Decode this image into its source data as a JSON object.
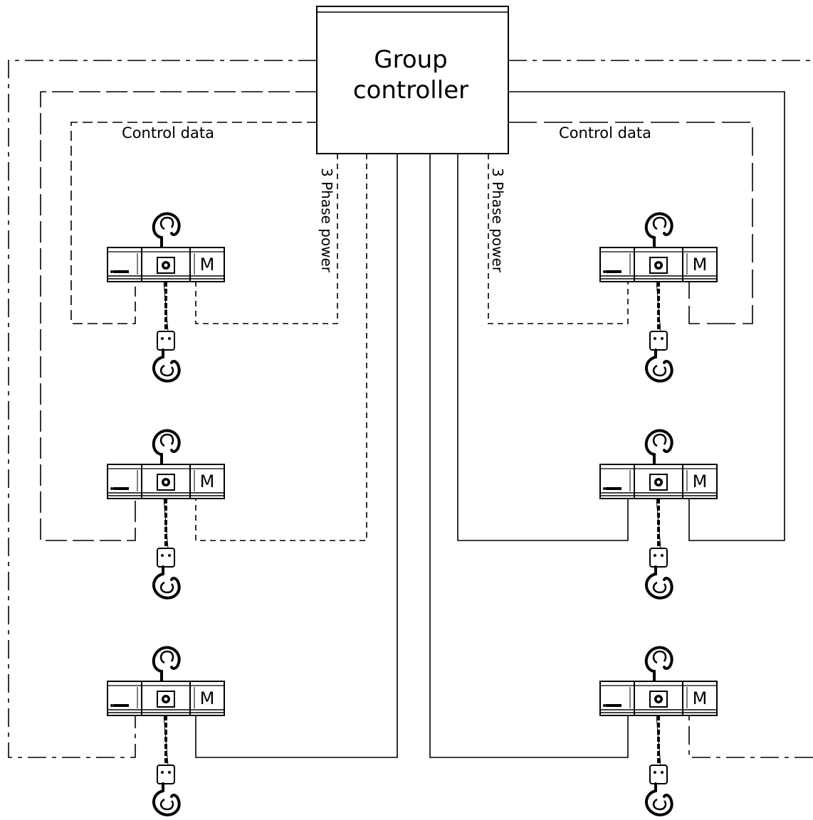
{
  "controller": {
    "line1": "Group",
    "line2": "controller"
  },
  "labels": {
    "control_data_left": "Control data",
    "control_data_right": "Control data",
    "power_left": "3 Phase power",
    "power_right": "3 Phase power"
  },
  "hoists": [
    {
      "motor_label": "M"
    },
    {
      "motor_label": "M"
    },
    {
      "motor_label": "M"
    },
    {
      "motor_label": "M"
    },
    {
      "motor_label": "M"
    },
    {
      "motor_label": "M"
    }
  ],
  "style": {
    "line_color": "#000000",
    "background": "#ffffff"
  }
}
